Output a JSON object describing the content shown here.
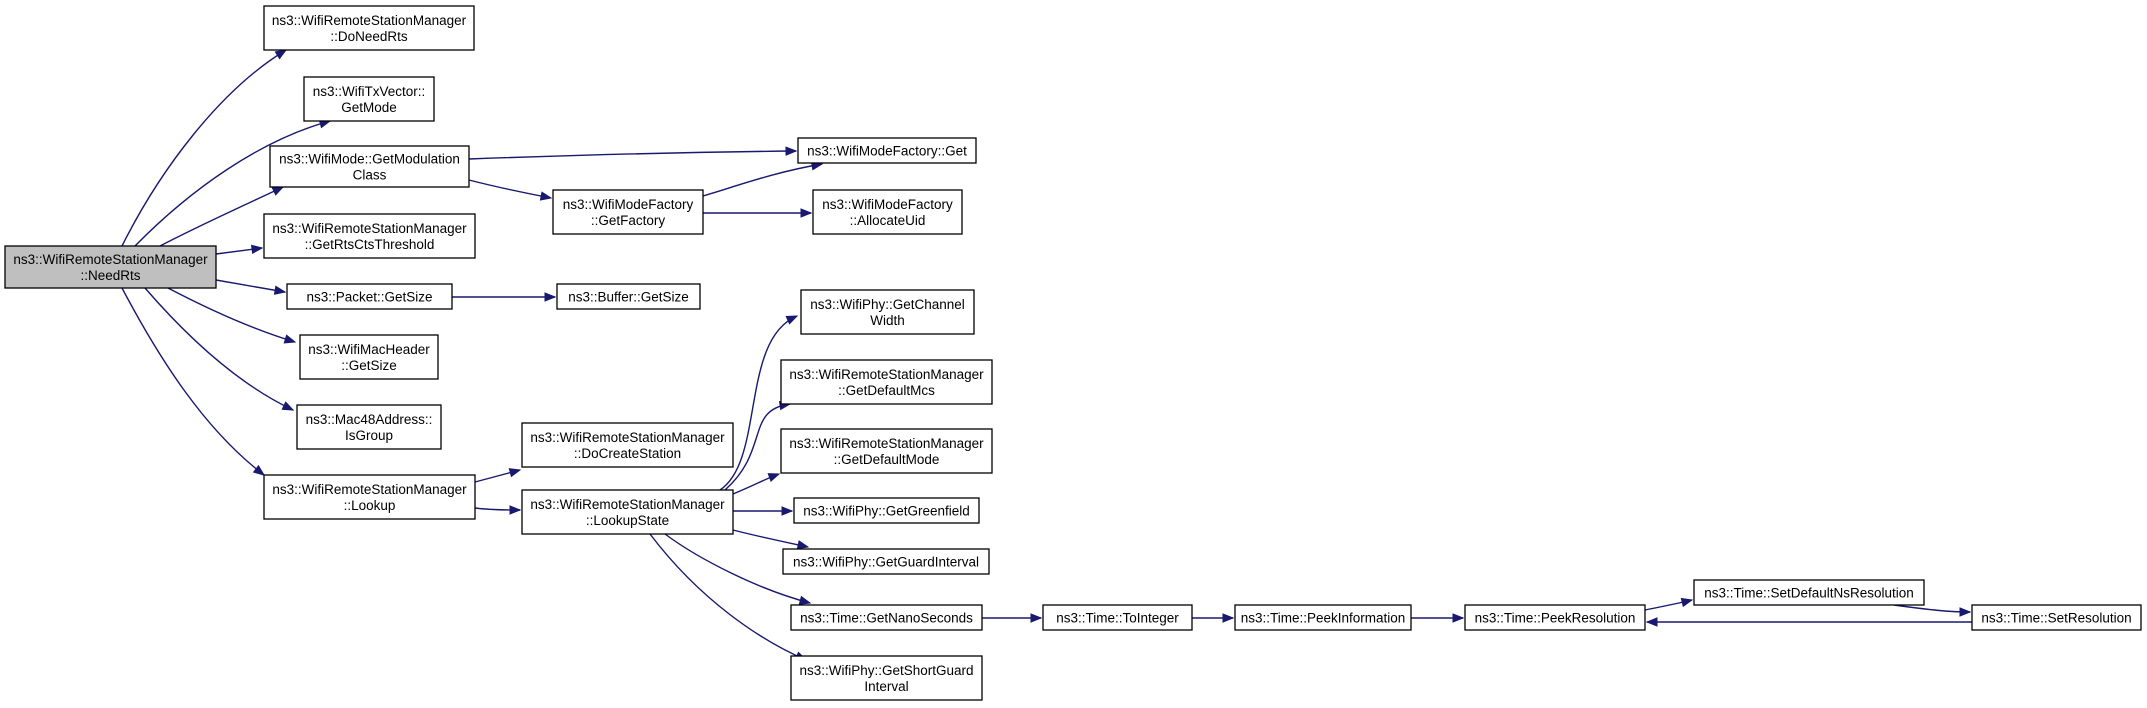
{
  "diagram": {
    "nodes": [
      {
        "id": "needrts",
        "lines": [
          "ns3::WifiRemoteStationManager",
          "::NeedRts"
        ],
        "root": true
      },
      {
        "id": "doneedrts",
        "lines": [
          "ns3::WifiRemoteStationManager",
          "::DoNeedRts"
        ]
      },
      {
        "id": "getmode",
        "lines": [
          "ns3::WifiTxVector::",
          "GetMode"
        ]
      },
      {
        "id": "getmodclass",
        "lines": [
          "ns3::WifiMode::GetModulation",
          "Class"
        ]
      },
      {
        "id": "getrtscts",
        "lines": [
          "ns3::WifiRemoteStationManager",
          "::GetRtsCtsThreshold"
        ]
      },
      {
        "id": "pktgetsize",
        "lines": [
          "ns3::Packet::GetSize"
        ]
      },
      {
        "id": "macgetsize",
        "lines": [
          "ns3::WifiMacHeader",
          "::GetSize"
        ]
      },
      {
        "id": "isgroup",
        "lines": [
          "ns3::Mac48Address::",
          "IsGroup"
        ]
      },
      {
        "id": "lookup",
        "lines": [
          "ns3::WifiRemoteStationManager",
          "::Lookup"
        ]
      },
      {
        "id": "factoryget",
        "lines": [
          "ns3::WifiModeFactory::Get"
        ]
      },
      {
        "id": "getfactory",
        "lines": [
          "ns3::WifiModeFactory",
          "::GetFactory"
        ]
      },
      {
        "id": "allocuid",
        "lines": [
          "ns3::WifiModeFactory",
          "::AllocateUid"
        ]
      },
      {
        "id": "bufgetsize",
        "lines": [
          "ns3::Buffer::GetSize"
        ]
      },
      {
        "id": "docreate",
        "lines": [
          "ns3::WifiRemoteStationManager",
          "::DoCreateStation"
        ]
      },
      {
        "id": "lookupstate",
        "lines": [
          "ns3::WifiRemoteStationManager",
          "::LookupState"
        ]
      },
      {
        "id": "chanwidth",
        "lines": [
          "ns3::WifiPhy::GetChannel",
          "Width"
        ]
      },
      {
        "id": "defmcs",
        "lines": [
          "ns3::WifiRemoteStationManager",
          "::GetDefaultMcs"
        ]
      },
      {
        "id": "defmode",
        "lines": [
          "ns3::WifiRemoteStationManager",
          "::GetDefaultMode"
        ]
      },
      {
        "id": "greenfield",
        "lines": [
          "ns3::WifiPhy::GetGreenfield"
        ]
      },
      {
        "id": "guardint",
        "lines": [
          "ns3::WifiPhy::GetGuardInterval"
        ]
      },
      {
        "id": "nanosec",
        "lines": [
          "ns3::Time::GetNanoSeconds"
        ]
      },
      {
        "id": "shortguard",
        "lines": [
          "ns3::WifiPhy::GetShortGuard",
          "Interval"
        ]
      },
      {
        "id": "tointeger",
        "lines": [
          "ns3::Time::ToInteger"
        ]
      },
      {
        "id": "peekinfo",
        "lines": [
          "ns3::Time::PeekInformation"
        ]
      },
      {
        "id": "peekres",
        "lines": [
          "ns3::Time::PeekResolution"
        ]
      },
      {
        "id": "setdefault",
        "lines": [
          "ns3::Time::SetDefaultNsResolution"
        ]
      },
      {
        "id": "setres",
        "lines": [
          "ns3::Time::SetResolution"
        ]
      }
    ],
    "edges": [
      {
        "from": "needrts",
        "to": "doneedrts"
      },
      {
        "from": "needrts",
        "to": "getmode"
      },
      {
        "from": "needrts",
        "to": "getmodclass"
      },
      {
        "from": "needrts",
        "to": "getrtscts"
      },
      {
        "from": "needrts",
        "to": "pktgetsize"
      },
      {
        "from": "needrts",
        "to": "macgetsize"
      },
      {
        "from": "needrts",
        "to": "isgroup"
      },
      {
        "from": "needrts",
        "to": "lookup"
      },
      {
        "from": "getmodclass",
        "to": "factoryget"
      },
      {
        "from": "getmodclass",
        "to": "getfactory"
      },
      {
        "from": "getfactory",
        "to": "factoryget"
      },
      {
        "from": "getfactory",
        "to": "allocuid"
      },
      {
        "from": "pktgetsize",
        "to": "bufgetsize"
      },
      {
        "from": "lookup",
        "to": "docreate"
      },
      {
        "from": "lookup",
        "to": "lookupstate"
      },
      {
        "from": "lookupstate",
        "to": "chanwidth"
      },
      {
        "from": "lookupstate",
        "to": "defmcs"
      },
      {
        "from": "lookupstate",
        "to": "defmode"
      },
      {
        "from": "lookupstate",
        "to": "greenfield"
      },
      {
        "from": "lookupstate",
        "to": "guardint"
      },
      {
        "from": "lookupstate",
        "to": "nanosec"
      },
      {
        "from": "lookupstate",
        "to": "shortguard"
      },
      {
        "from": "nanosec",
        "to": "tointeger"
      },
      {
        "from": "tointeger",
        "to": "peekinfo"
      },
      {
        "from": "peekinfo",
        "to": "peekres"
      },
      {
        "from": "peekres",
        "to": "setdefault"
      },
      {
        "from": "setdefault",
        "to": "setres"
      },
      {
        "from": "setres",
        "to": "peekres"
      }
    ]
  }
}
